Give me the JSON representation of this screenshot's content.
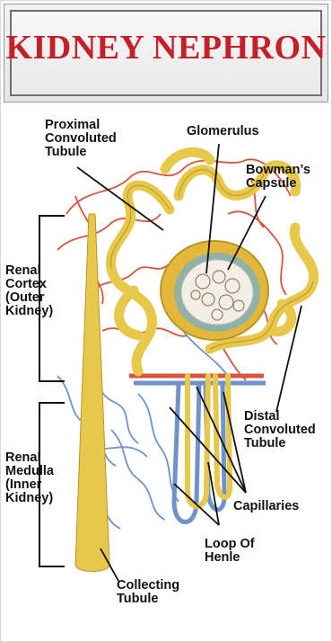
{
  "title": "KIDNEY NEPHRON",
  "labels": {
    "proximal": "Proximal\nConvoluted\nTubule",
    "glomerulus": "Glomerulus",
    "bowman": "Bowman’s\nCapsule",
    "cortex": "Renal\nCortex\n(Outer\nKidney)",
    "distal": "Distal\nConvoluted\nTubule",
    "medulla": "Renal\nMedulla\n(Inner\nKidney)",
    "capillaries": "Capillaries",
    "loop": "Loop Of\nHenle",
    "collecting": "Collecting\nTubule"
  },
  "colors": {
    "title": "#c4202a",
    "tubule": "#e8c84a",
    "tubule_dark": "#b89528",
    "artery": "#d9543a",
    "vein": "#6f93c9",
    "capsule": "#8fb1a6"
  }
}
